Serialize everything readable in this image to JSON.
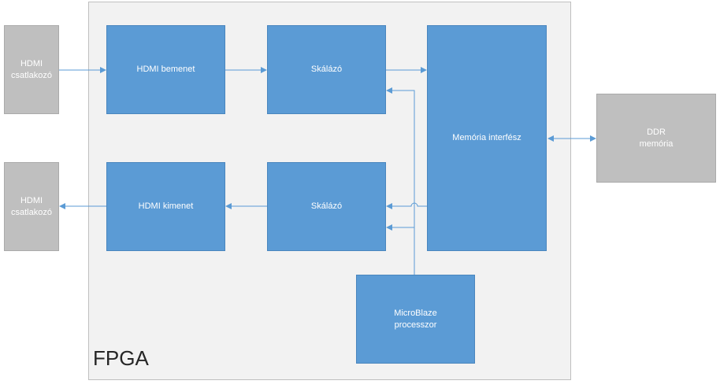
{
  "diagram": {
    "fpga_label": "FPGA",
    "blocks": {
      "hdmi_conn_in": "HDMI\ncsatlakozó",
      "hdmi_conn_out": "HDMI\ncsatlakozó",
      "hdmi_in": "HDMI bemenet",
      "hdmi_out": "HDMI kimenet",
      "scaler_top": "Skálázó",
      "scaler_bottom": "Skálázó",
      "memory_if": "Memória interfész",
      "ddr": "DDR\nmemória",
      "microblaze": "MicroBlaze\nprocesszor"
    },
    "colors": {
      "block_fill": "#5b9bd5",
      "external_fill": "#bfbfbf",
      "fpga_fill": "#f2f2f2",
      "connector": "#5b9bd5"
    }
  }
}
